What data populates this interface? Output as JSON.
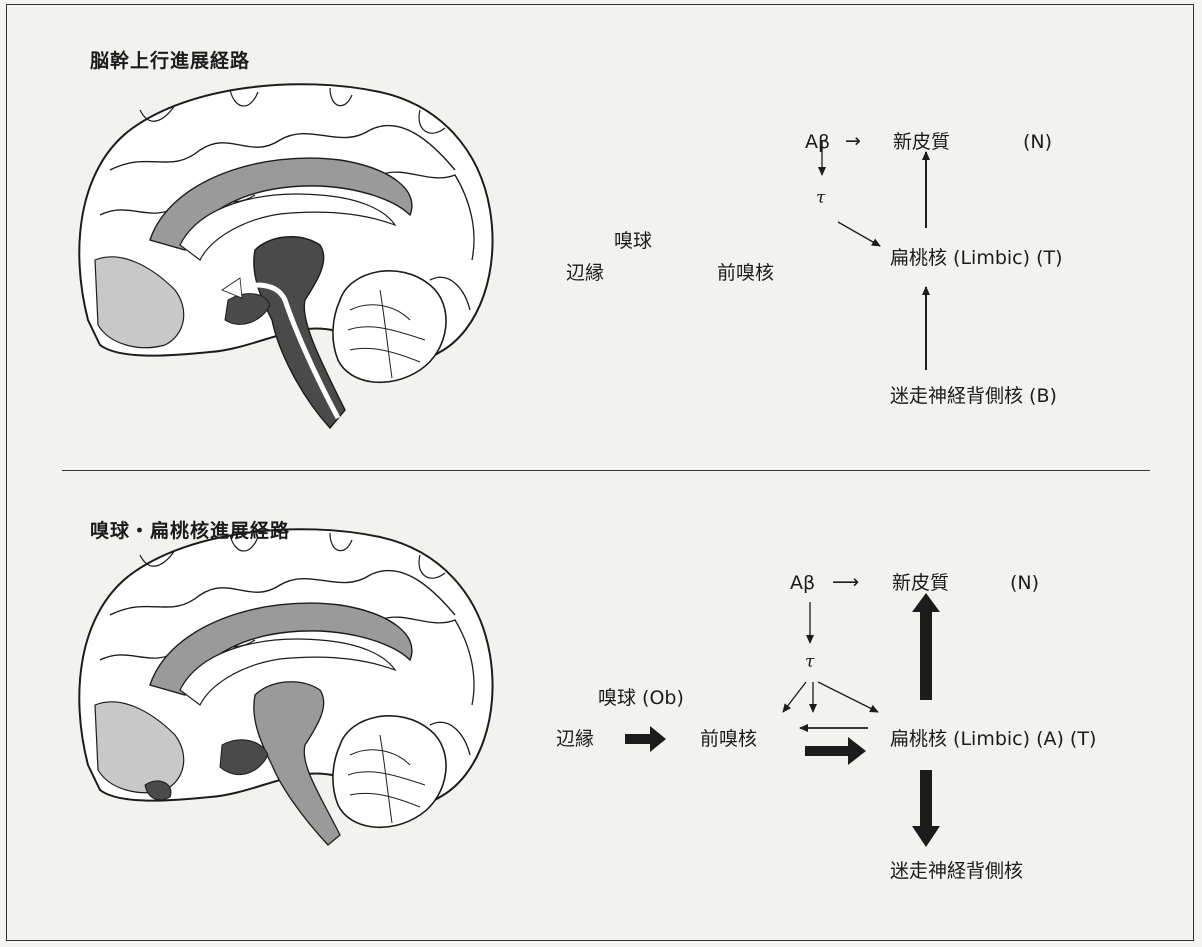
{
  "top": {
    "title": "脳幹上行進展経路",
    "labels": {
      "abeta": "Aβ",
      "arrow_abeta": "→",
      "neocortex": "新皮質",
      "n": "(N)",
      "tau": "τ",
      "olfactory_bulb": "嗅球",
      "limbic_edge": "辺縁",
      "anterior_olfactory": "前嗅核",
      "amygdala": "扁桃核 (Limbic) (T)",
      "vagus": "迷走神経背側核 (B)"
    }
  },
  "bottom": {
    "title": "嗅球・扁桃核進展経路",
    "labels": {
      "abeta": "Aβ",
      "arrow_abeta": "⟶",
      "neocortex": "新皮質",
      "n": "(N)",
      "tau": "τ",
      "olfactory_bulb": "嗅球 (Ob)",
      "limbic_edge": "辺縁",
      "anterior_olfactory": "前嗅核",
      "amygdala": "扁桃核 (Limbic) (A) (T)",
      "vagus": "迷走神経背側核"
    }
  },
  "colors": {
    "ink": "#1c1c1c",
    "shade_dark": "#4a4a4a",
    "shade_mid": "#9a9a9a",
    "shade_light": "#c8c8c8",
    "background": "#f2f2ef"
  }
}
